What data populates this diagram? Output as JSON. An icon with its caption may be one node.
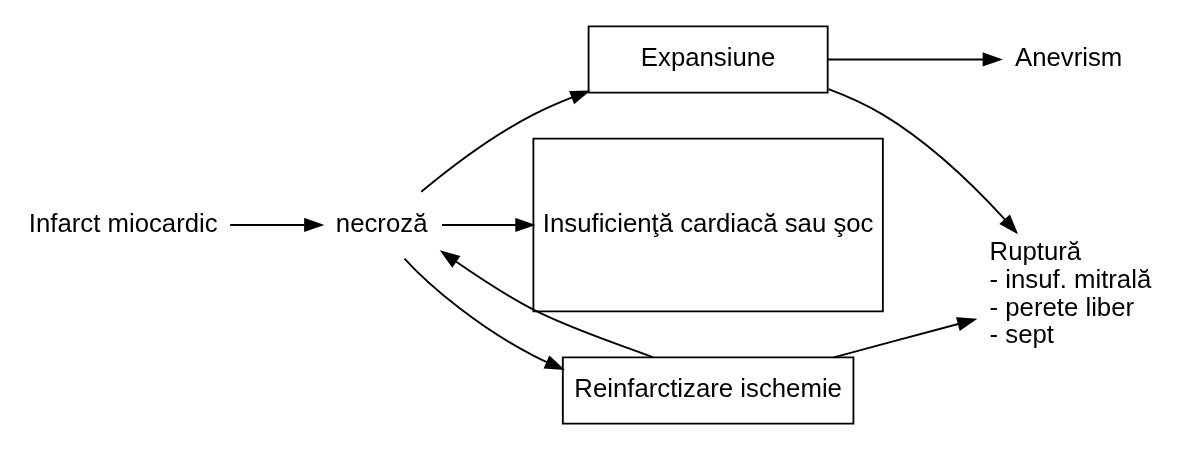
{
  "diagram": {
    "nodes": [
      {
        "text": [
          "Infarct miocardic"
        ]
      },
      {
        "text": [
          "necroză"
        ]
      },
      {
        "text": [
          "Expansiune"
        ]
      },
      {
        "text": [
          "Insuficienţă cardiacă sau şoc"
        ]
      },
      {
        "text": [
          "Reinfarctizare ischemie"
        ]
      },
      {
        "text": [
          "Anevrism"
        ]
      },
      {
        "text": [
          "Ruptură",
          "- insuf. mitrală",
          "- perete liber",
          "- sept"
        ]
      }
    ],
    "edges": [
      {
        "from": 0,
        "to": 1,
        "arrow": "to"
      },
      {
        "from": 1,
        "to": 2,
        "arrow": "to"
      },
      {
        "from": 1,
        "to": 3,
        "arrow": "to"
      },
      {
        "from": 1,
        "to": 4,
        "arrow": "to"
      },
      {
        "from": 2,
        "to": 5,
        "arrow": "to"
      },
      {
        "from": 2,
        "to": 6,
        "arrow": "to"
      },
      {
        "from": 4,
        "to": 1,
        "arrow": "to"
      },
      {
        "from": 4,
        "to": 6,
        "arrow": "to"
      }
    ]
  }
}
